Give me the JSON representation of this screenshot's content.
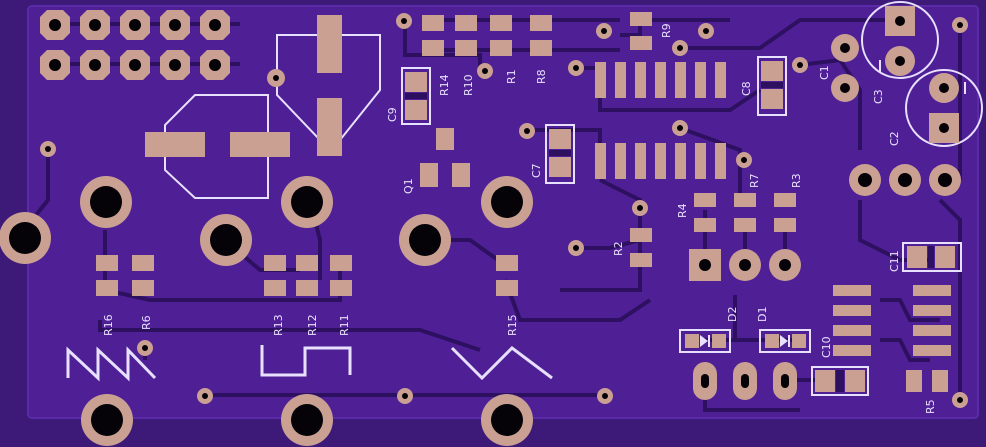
{
  "board": {
    "colors": {
      "background": "#3d1a78",
      "copper": "#4f1f96",
      "trace": "#2e1060",
      "pad": "#c9a092",
      "hole": "#050208",
      "silkscreen": "#e8e0ff"
    },
    "labels": {
      "r14": "R14",
      "r10": "R10",
      "r1": "R1",
      "r8": "R8",
      "r9": "R9",
      "c1": "C1",
      "c3": "C3",
      "c2": "C2",
      "c8": "C8",
      "c9": "C9",
      "c7": "C7",
      "q1": "Q1",
      "r4": "R4",
      "r7": "R7",
      "r3": "R3",
      "r2": "R2",
      "c11": "C11",
      "r16": "R16",
      "r6": "R6",
      "r13": "R13",
      "r12": "R12",
      "r11": "R11",
      "r15": "R15",
      "d2": "D2",
      "d1": "D1",
      "c10": "C10",
      "r5": "R5"
    }
  }
}
